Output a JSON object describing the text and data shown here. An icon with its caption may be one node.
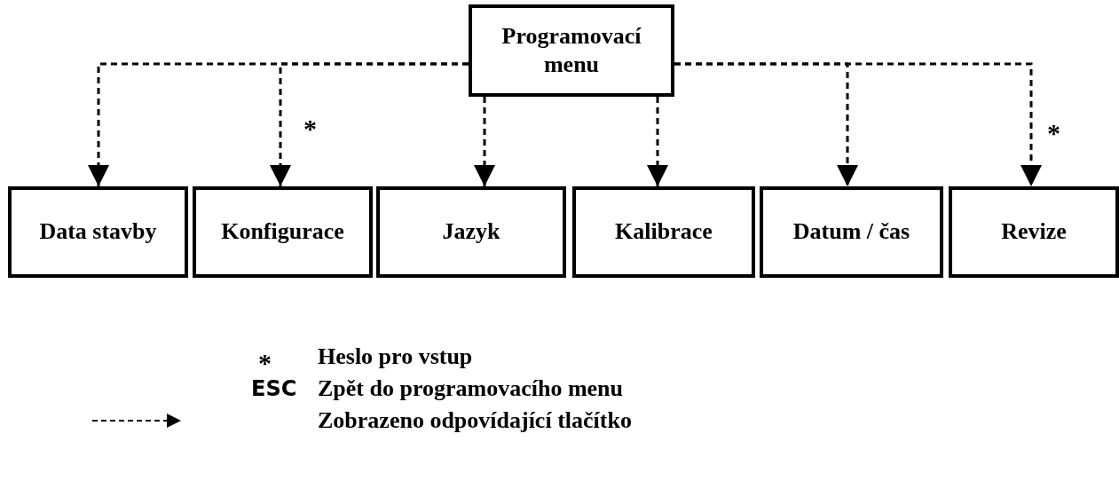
{
  "diagram": {
    "nodes": [
      {
        "text": [
          "Programovací menu"
        ]
      },
      {
        "text": [
          "Data stavby"
        ]
      },
      {
        "text": [
          "Konfigurace"
        ]
      },
      {
        "text": [
          "Jazyk"
        ]
      },
      {
        "text": [
          "Kalibrace"
        ]
      },
      {
        "text": [
          "Datum / čas"
        ]
      },
      {
        "text": [
          "Revize"
        ]
      }
    ],
    "edges": [
      {
        "from": 0,
        "to": 1,
        "arrow": "to",
        "style": "dashed"
      },
      {
        "from": 0,
        "to": 2,
        "arrow": "to",
        "style": "dashed"
      },
      {
        "from": 0,
        "to": 3,
        "arrow": "to",
        "style": "dashed"
      },
      {
        "from": 0,
        "to": 4,
        "arrow": "to",
        "style": "dashed"
      },
      {
        "from": 0,
        "to": 5,
        "arrow": "to",
        "style": "dashed"
      },
      {
        "from": 0,
        "to": 6,
        "arrow": "to",
        "style": "dashed"
      }
    ],
    "labels": [
      "*",
      "*",
      "*",
      "ESC"
    ],
    "legend": [
      {
        "text": "Heslo pro vstup"
      },
      {
        "text": "Zpět do programovacího menu"
      },
      {
        "text": "Zobrazeno odpovídající tlačítko"
      }
    ]
  }
}
